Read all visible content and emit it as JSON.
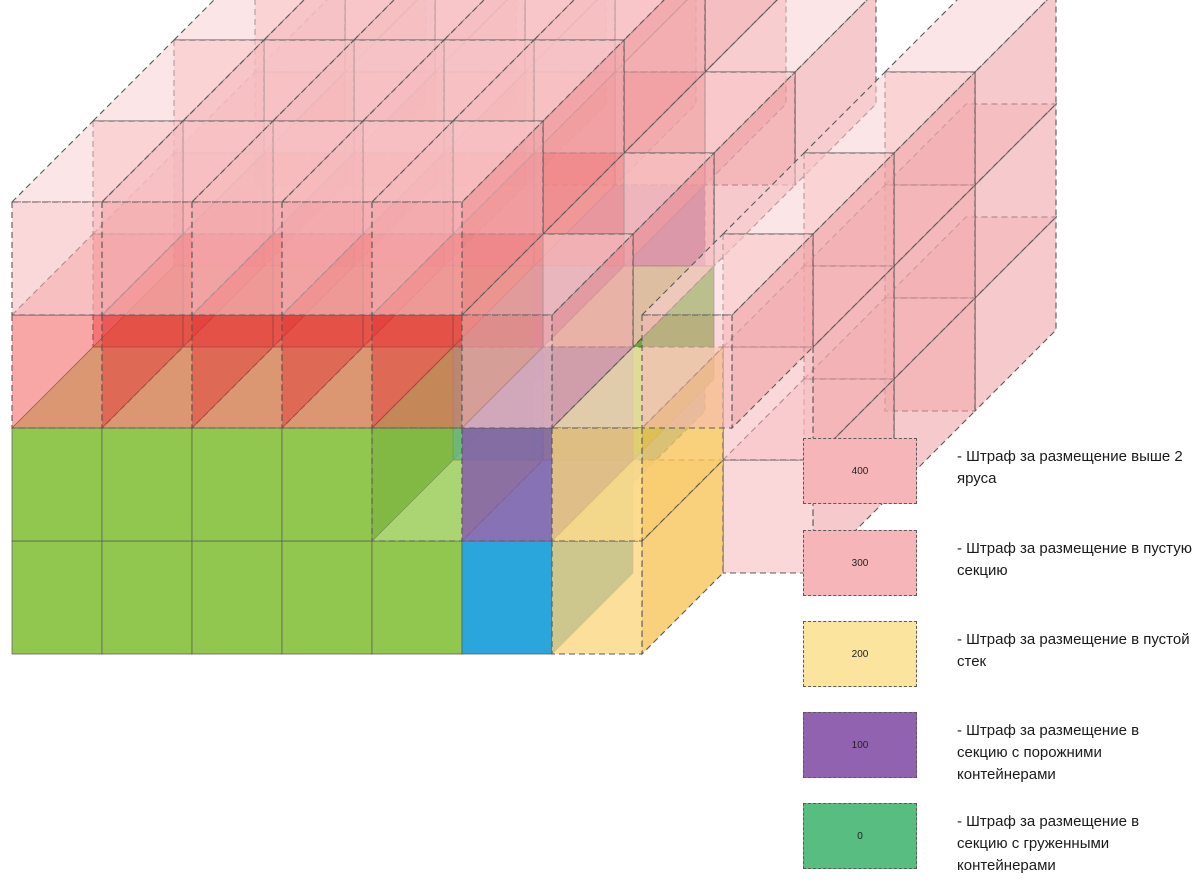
{
  "palette": {
    "green_front": "#92c74f",
    "green_top": "#c9e4a0",
    "green_side": "#6fa83a",
    "blue": "#2aa6dc",
    "purple": "#8a62ab",
    "yellow": "#fbd781",
    "red": "#f03a3a",
    "pink": "#f6b6b9",
    "outline": "#5a5a5a"
  },
  "legend": [
    {
      "value": "400",
      "text": "- Штраф за размещение выше 2 яруса",
      "color": "#f6b6b9"
    },
    {
      "value": "300",
      "text": "- Штраф за размещение в пустую секцию",
      "color": "#f6b6b9"
    },
    {
      "value": "200",
      "text": "- Штраф за размещение в пустой стек",
      "color": "#fbe49e"
    },
    {
      "value": "100",
      "text": "- Штраф за размещение в секцию с порожними контейнерами",
      "color": "#9062b0"
    },
    {
      "value": "0",
      "text": "- Штраф за размещение в секцию с груженными контейнерами",
      "color": "#58bd80"
    }
  ]
}
